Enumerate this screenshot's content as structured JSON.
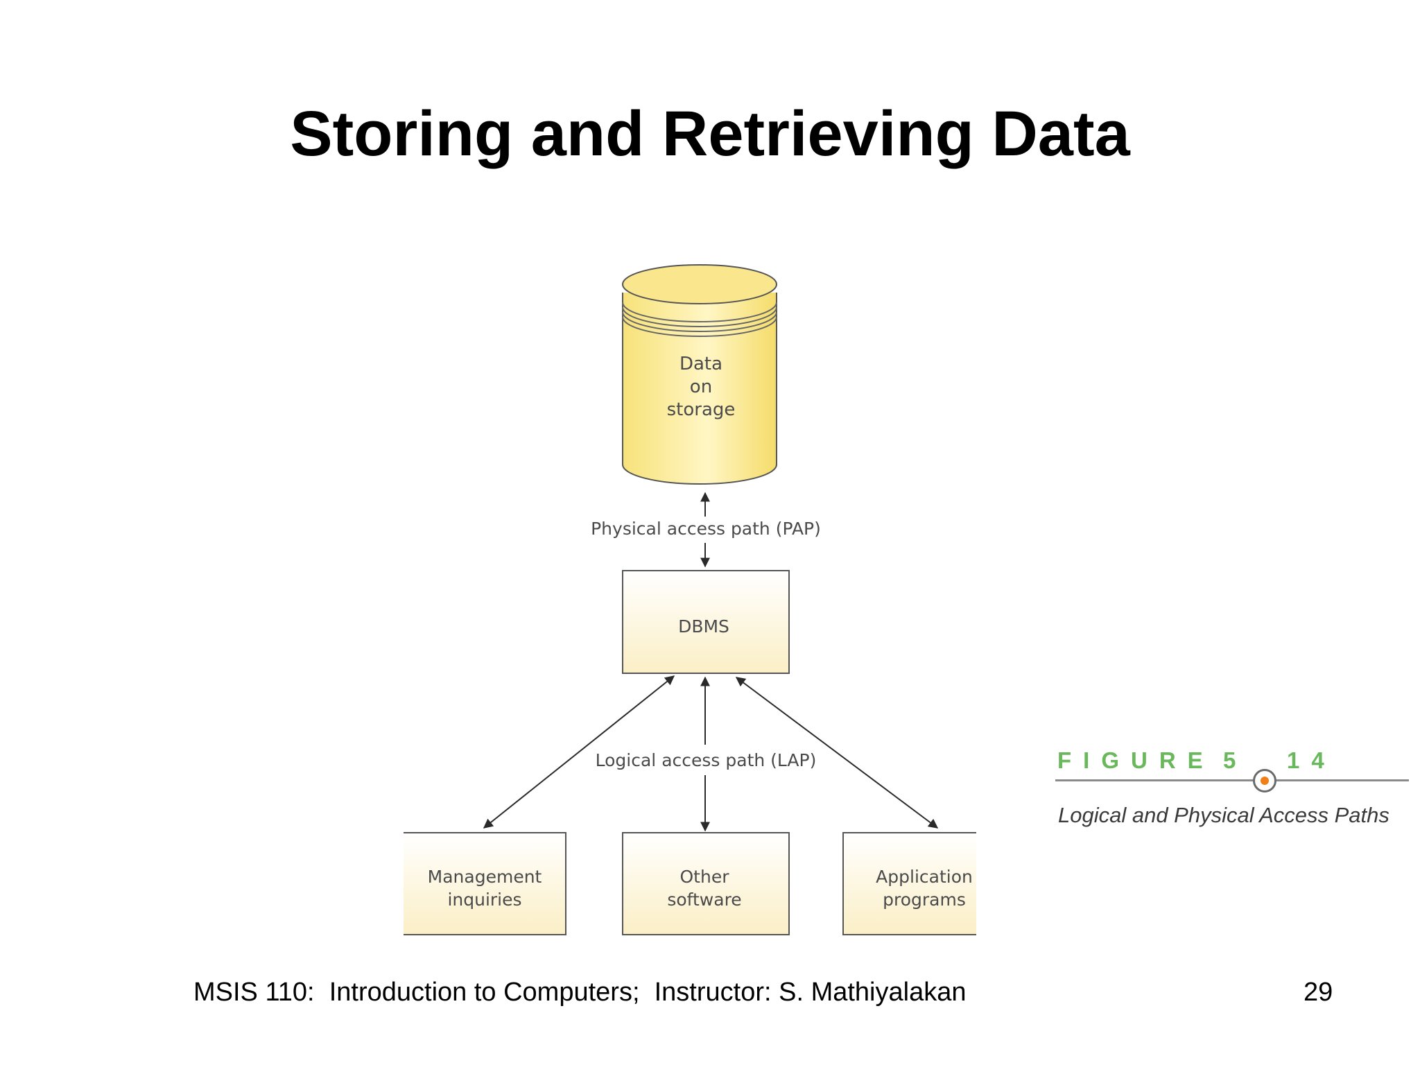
{
  "slide": {
    "title": "Storing and Retrieving Data"
  },
  "diagram": {
    "storage": {
      "line1": "Data",
      "line2": "on",
      "line3": "storage"
    },
    "pap_label": "Physical access path (PAP)",
    "dbms_label": "DBMS",
    "lap_label": "Logical access path (LAP)",
    "clients": [
      {
        "line1": "Management",
        "line2": "inquiries"
      },
      {
        "line1": "Other",
        "line2": "software"
      },
      {
        "line1": "Application",
        "line2": "programs"
      }
    ]
  },
  "figure": {
    "label": "FIGURE",
    "number_a": "5",
    "number_b": "14",
    "caption": "Logical and Physical Access Paths",
    "colors": {
      "label": "#6ab85c",
      "dot": "#f07f1a",
      "rule": "#8a8a8a"
    }
  },
  "footer": {
    "course": "MSIS 110:  Introduction to Computers;  Instructor: S. Mathiyalakan",
    "page": "29"
  }
}
